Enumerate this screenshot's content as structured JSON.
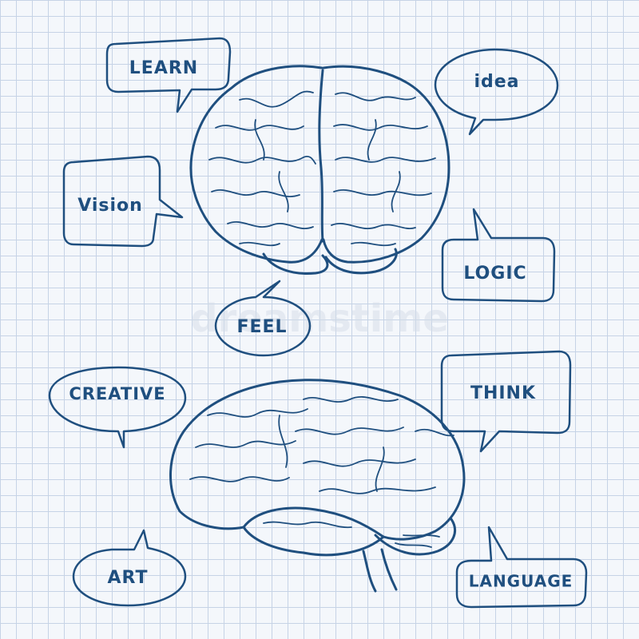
{
  "colors": {
    "ink": "#1f4f7f",
    "grid": "#c6d3e6",
    "paper": "#f4f7fb"
  },
  "words": {
    "learn": "LEARN",
    "idea": "idea",
    "vision": "Vision",
    "logic": "LOGIC",
    "feel": "FEEL",
    "creative": "CREATIVE",
    "think": "THINK",
    "art": "ART",
    "language": "LANGUAGE"
  }
}
